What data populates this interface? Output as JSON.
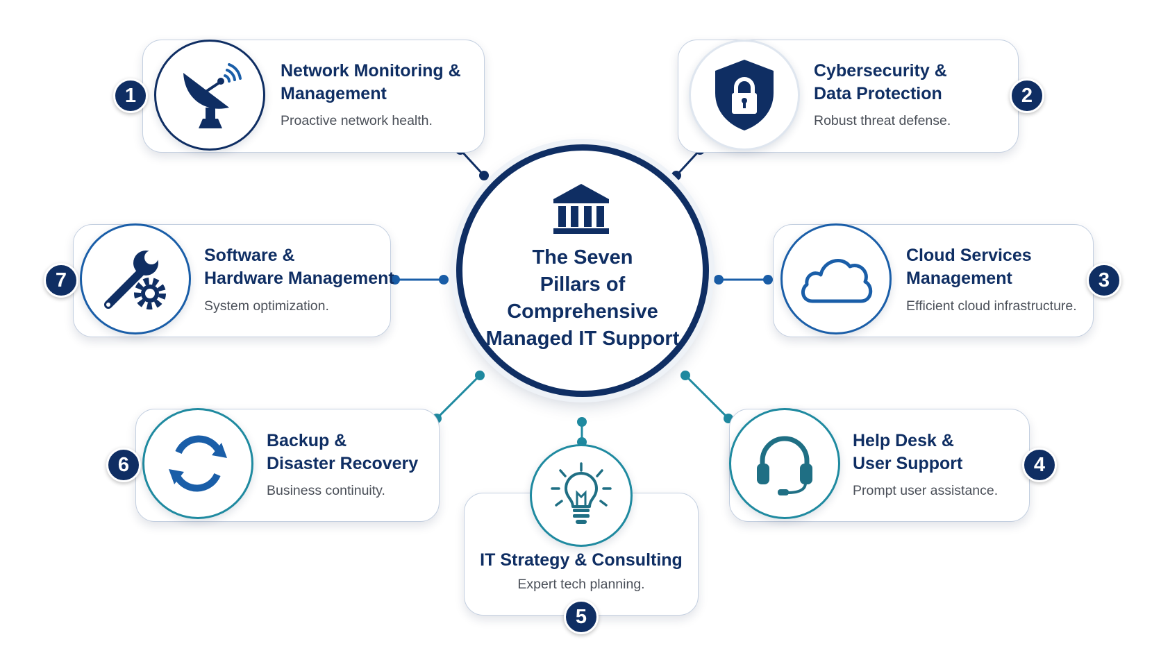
{
  "center": {
    "title": "The Seven\nPillars of\nComprehensive\nManaged IT Support",
    "icon": "institution-icon"
  },
  "pillars": [
    {
      "number": "1",
      "title": "Network Monitoring &\nManagement",
      "description": "Proactive network health.",
      "icon": "satellite-dish-icon"
    },
    {
      "number": "2",
      "title": "Cybersecurity &\nData Protection",
      "description": "Robust threat defense.",
      "icon": "shield-lock-icon"
    },
    {
      "number": "3",
      "title": "Cloud Services\nManagement",
      "description": "Efficient cloud infrastructure.",
      "icon": "cloud-icon"
    },
    {
      "number": "4",
      "title": "Help Desk &\nUser Support",
      "description": "Prompt user assistance.",
      "icon": "headset-icon"
    },
    {
      "number": "5",
      "title": "IT Strategy & Consulting",
      "description": "Expert tech planning.",
      "icon": "lightbulb-icon"
    },
    {
      "number": "6",
      "title": "Backup &\nDisaster Recovery",
      "description": "Business continuity.",
      "icon": "sync-arrows-icon"
    },
    {
      "number": "7",
      "title": "Software &\nHardware Management",
      "description": "System optimization.",
      "icon": "wrench-gear-icon"
    }
  ],
  "colors": {
    "navy": "#0f2e63",
    "blue": "#1a5ea8",
    "teal": "#1f8aa0",
    "card_border": "#c3cfe0",
    "description_text": "#4a4f58"
  }
}
